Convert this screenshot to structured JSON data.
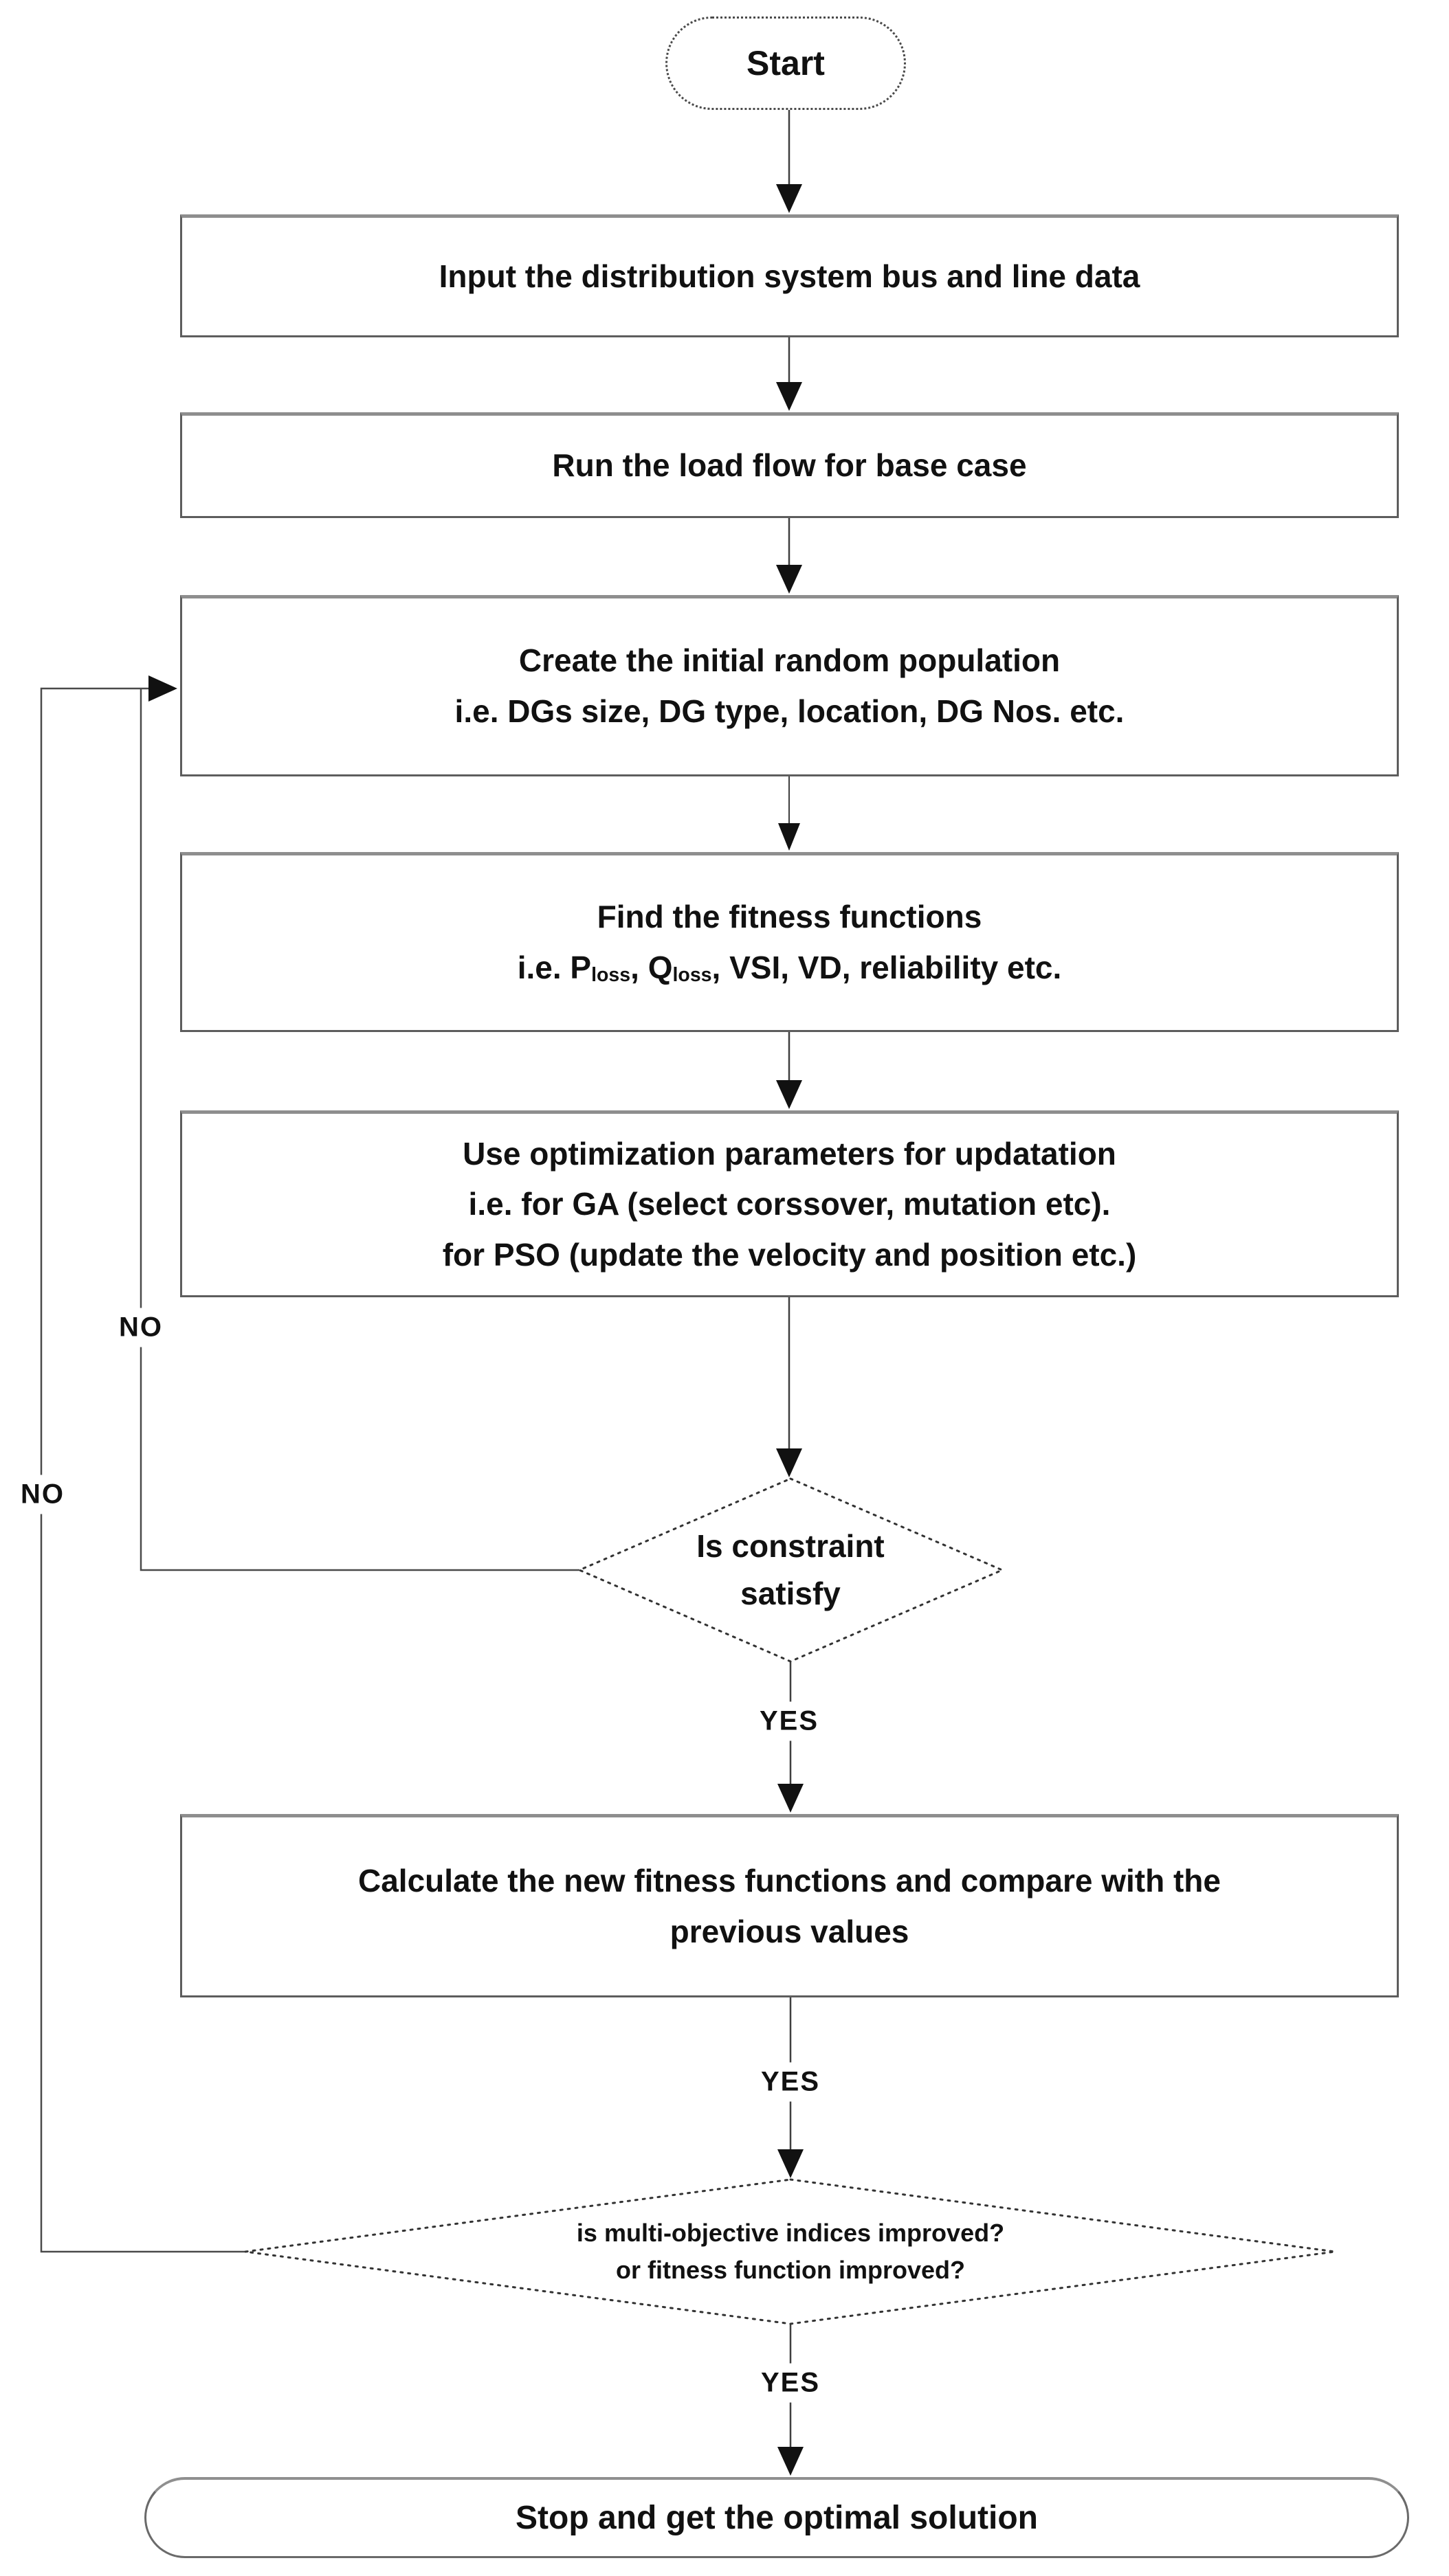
{
  "flow": {
    "start_label": "Start",
    "boxes": {
      "input": {
        "line1": "Input the distribution system bus and line data"
      },
      "load_flow": {
        "line1": "Run the load flow for base case"
      },
      "population": {
        "line1": "Create the initial random population",
        "line2": "i.e. DGs size, DG type, location, DG Nos. etc."
      },
      "fitness": {
        "line1": "Find the fitness functions",
        "line2_pre": "i.e. P",
        "line2_sub1": "loss",
        "line2_mid": ", Q",
        "line2_sub2": "loss",
        "line2_post": ", VSI, VD, reliability etc."
      },
      "update": {
        "line1": "Use optimization parameters for updatation",
        "line2": "i.e. for GA (select corssover, mutation etc).",
        "line3": "for PSO (update the velocity and position etc.)"
      },
      "calculate": {
        "line1": "Calculate the new fitness functions and compare with the",
        "line2": "previous values"
      }
    },
    "decisions": {
      "constraint": {
        "line1": "Is constraint",
        "line2": "satisfy"
      },
      "improved": {
        "line1": "is multi-objective indices improved?",
        "line2": "or fitness function improved?"
      }
    },
    "stop_label": "Stop and get the optimal solution",
    "edge_labels": {
      "yes_constraint": "YES",
      "yes_calculate": "YES",
      "yes_improved": "YES",
      "no_constraint": "NO",
      "no_improved": "NO"
    }
  },
  "colors": {
    "background": "#ffffff",
    "box_border": "#5d5d5d",
    "connector": "#3f3f3f",
    "arrowhead": "#111111",
    "text": "#111111"
  }
}
